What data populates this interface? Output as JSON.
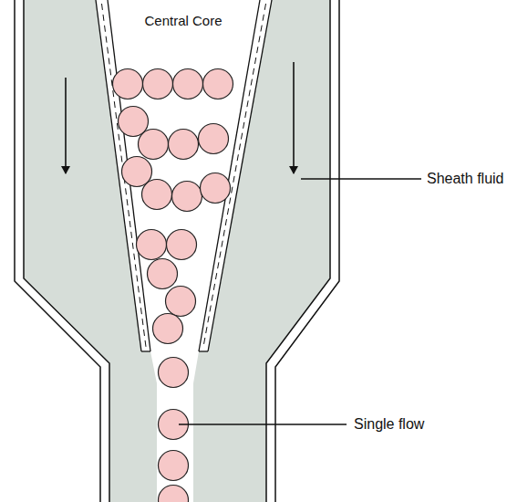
{
  "diagram": {
    "labels": [
      "Central Core",
      "Sheath fluid",
      "Single flow"
    ]
  }
}
